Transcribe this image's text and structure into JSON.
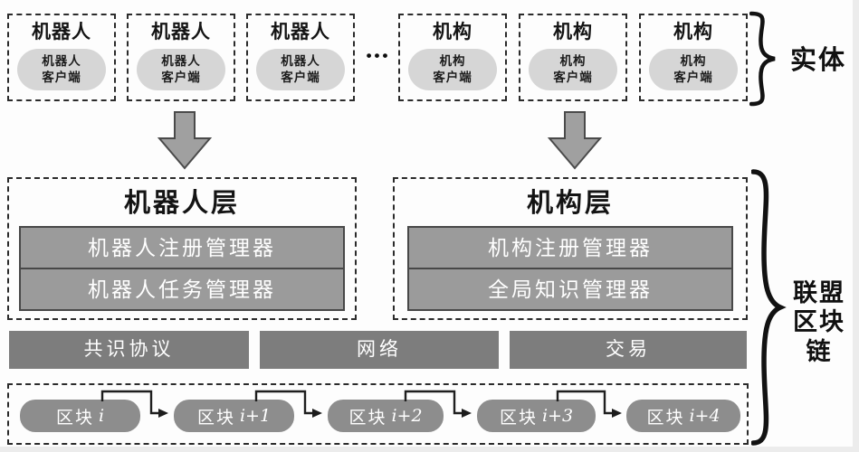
{
  "colors": {
    "bg": "#fdfdfd",
    "client_fill": "#d6d6d6",
    "bar_fill": "#9b9b9b",
    "bar_border": "#484848",
    "mid_fill": "#7d7d7d",
    "pill_fill": "#8d8d8d",
    "arrow_fill": "#a0a0a0",
    "arrow_stroke": "#4a4a4a"
  },
  "entity_section": {
    "brace_label": "实体",
    "dots": "•••",
    "entities": [
      {
        "title": "机器人",
        "client_line1": "机器人",
        "client_line2": "客户端"
      },
      {
        "title": "机器人",
        "client_line1": "机器人",
        "client_line2": "客户端"
      },
      {
        "title": "机器人",
        "client_line1": "机器人",
        "client_line2": "客户端"
      },
      {
        "title": "机构",
        "client_line1": "机构",
        "client_line2": "客户端"
      },
      {
        "title": "机构",
        "client_line1": "机构",
        "client_line2": "客户端"
      },
      {
        "title": "机构",
        "client_line1": "机构",
        "client_line2": "客户端"
      }
    ]
  },
  "layers": {
    "robot": {
      "title": "机器人层",
      "managers": [
        "机器人注册管理器",
        "机器人任务管理器"
      ]
    },
    "org": {
      "title": "机构层",
      "managers": [
        "机构注册管理器",
        "全局知识管理器"
      ]
    }
  },
  "middleware": {
    "items": [
      "共识协议",
      "网络",
      "交易"
    ]
  },
  "blockchain": {
    "blocks": [
      {
        "prefix": "区块",
        "index": "i"
      },
      {
        "prefix": "区块",
        "index": "i+1"
      },
      {
        "prefix": "区块",
        "index": "i+2"
      },
      {
        "prefix": "区块",
        "index": "i+3"
      },
      {
        "prefix": "区块",
        "index": "i+4"
      }
    ]
  },
  "chain_brace": {
    "line1": "联盟",
    "line2": "区块链"
  }
}
